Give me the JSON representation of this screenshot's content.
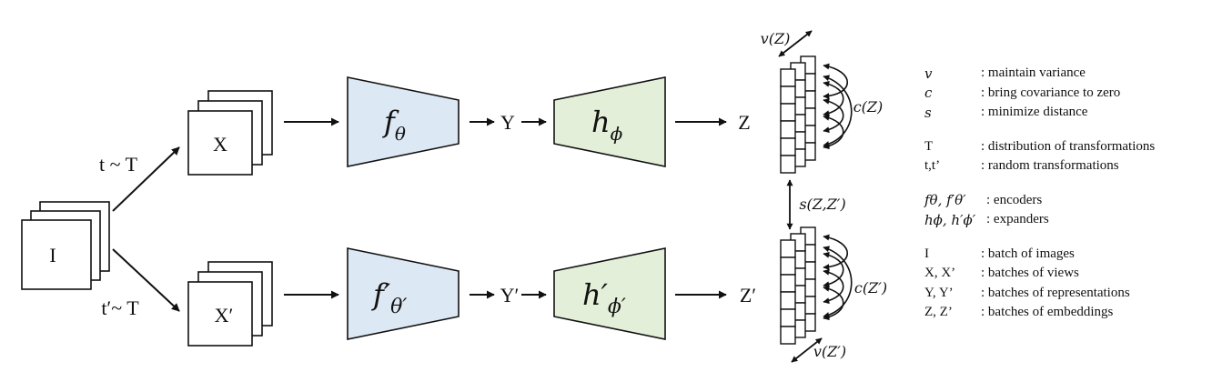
{
  "diagram": {
    "input_label": "I",
    "view_x_label": "X",
    "view_x_prime_label": "X′",
    "transform_top_label": "t ~ T",
    "transform_bottom_label": "t′~ T",
    "encoder_top_label": "f",
    "encoder_top_sub": "θ",
    "encoder_bottom_label": "f′",
    "encoder_bottom_sub": "θ′",
    "rep_top_label": "Y",
    "rep_bottom_label": "Y′",
    "expander_top_label": "h",
    "expander_top_sub": "ϕ",
    "expander_bottom_label": "h′",
    "expander_bottom_sub": "ϕ′",
    "emb_top_label": "Z",
    "emb_bottom_label": "Z′",
    "variance_top_label": "v(Z)",
    "variance_bottom_label": "v(Z′)",
    "covariance_top_label": "c(Z)",
    "covariance_bottom_label": "c(Z′)",
    "distance_label": "s(Z,Z′)",
    "colors": {
      "encoder_fill": "#dde8f5",
      "expander_fill": "#e3efd9",
      "stroke": "#111111"
    }
  },
  "legend": {
    "groups": [
      [
        {
          "symbol": "v",
          "desc": ": maintain  variance"
        },
        {
          "symbol": "c",
          "desc": ": bring covariance to zero"
        },
        {
          "symbol": "s",
          "desc": ": minimize  distance"
        }
      ],
      [
        {
          "symbol": "T",
          "desc": ": distribution of transformations"
        },
        {
          "symbol": "t,t’",
          "desc": ": random transformations"
        }
      ],
      [
        {
          "symbol": "fθ, f′θ′",
          "desc": ": encoders"
        },
        {
          "symbol": "hϕ, h′ϕ′",
          "desc": ": expanders"
        }
      ],
      [
        {
          "symbol": "I",
          "desc": ": batch  of images"
        },
        {
          "symbol": "X, X’",
          "desc": ": batches  of views"
        },
        {
          "symbol": "Y, Y’",
          "desc": ": batches  of representations"
        },
        {
          "symbol": "Z, Z’",
          "desc": ": batches  of embeddings"
        }
      ]
    ]
  }
}
